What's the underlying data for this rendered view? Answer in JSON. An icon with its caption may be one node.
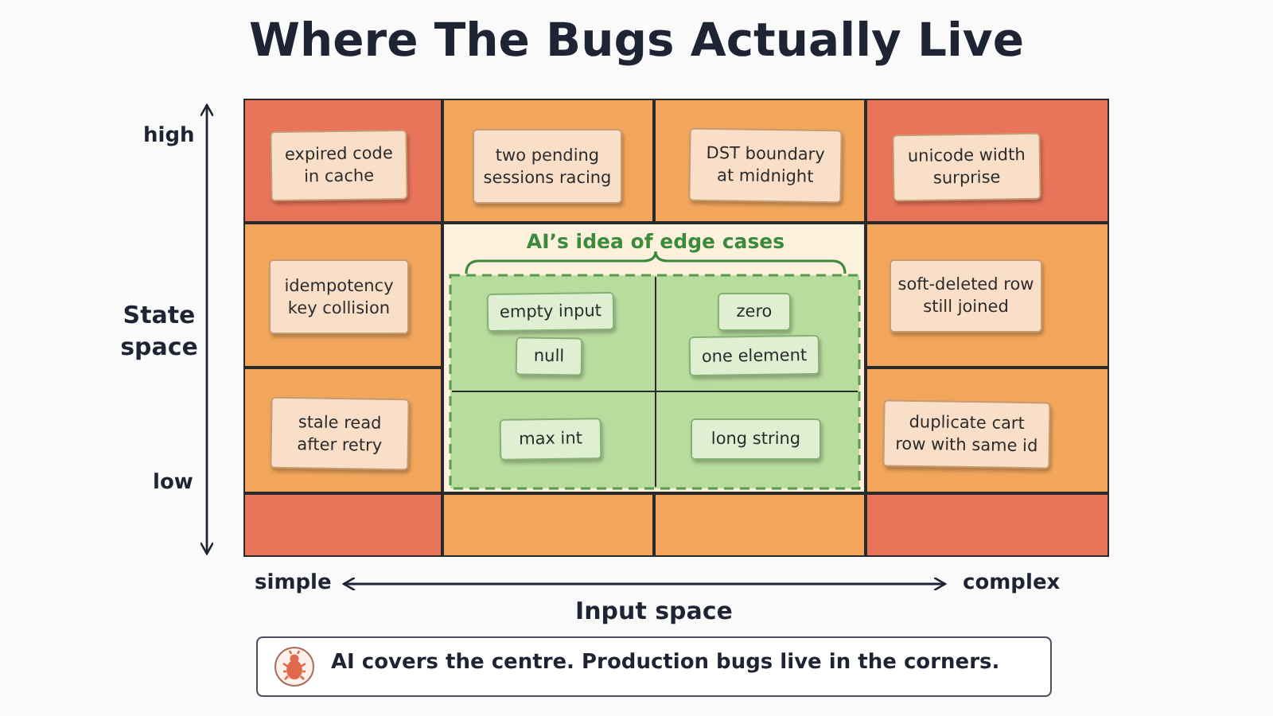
{
  "diagram": {
    "title": "Where The Bugs Actually Live",
    "nodes": [
      {
        "text": [
          "expired code in cache"
        ]
      },
      {
        "text": [
          "two pending sessions racing"
        ]
      },
      {
        "text": [
          "DST boundary at midnight"
        ]
      },
      {
        "text": [
          "unicode width surprise"
        ]
      },
      {
        "text": [
          "idempotency key collision"
        ]
      },
      {
        "text": [
          "AI’s idea of edge cases"
        ]
      },
      {
        "text": [
          "empty input"
        ],
        "in": 5
      },
      {
        "text": [
          "zero"
        ],
        "in": 5
      },
      {
        "text": [
          "null"
        ],
        "in": 5
      },
      {
        "text": [
          "one element"
        ],
        "in": 5
      },
      {
        "text": [
          "soft-deleted row still joined"
        ]
      },
      {
        "text": [
          "stale read after retry"
        ]
      },
      {
        "text": [
          "max int"
        ],
        "in": 5
      },
      {
        "text": [
          "long string"
        ],
        "in": 5
      },
      {
        "text": [
          "duplicate cart row with same id"
        ]
      },
      {
        "text": [
          "AI covers the centre. Production bugs live in the corners."
        ]
      }
    ],
    "edges": [],
    "labels": [
      "high",
      "State space",
      "low",
      "simple",
      "complex",
      "Input space"
    ]
  }
}
